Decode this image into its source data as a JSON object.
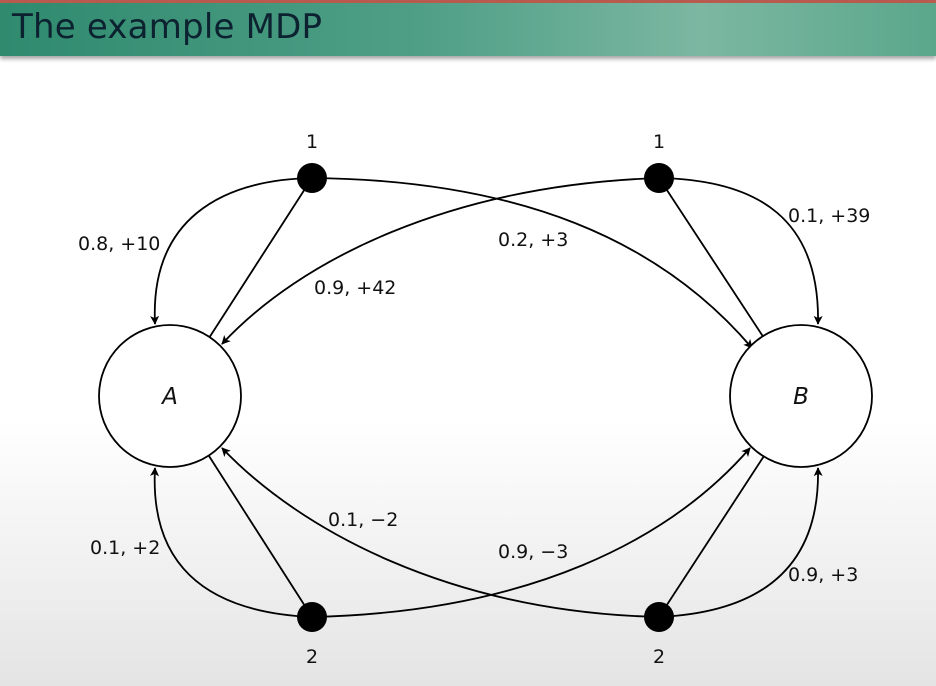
{
  "slide": {
    "title": "The example MDP"
  },
  "states": [
    {
      "id": "A",
      "label": "A"
    },
    {
      "id": "B",
      "label": "B"
    }
  ],
  "action_nodes": [
    {
      "id": "A1",
      "state": "A",
      "label": "1"
    },
    {
      "id": "B1",
      "state": "B",
      "label": "1"
    },
    {
      "id": "A2",
      "state": "A",
      "label": "2"
    },
    {
      "id": "B2",
      "state": "B",
      "label": "2"
    }
  ],
  "transitions": [
    {
      "from": "A1",
      "to": "A",
      "label": "0.8, +10"
    },
    {
      "from": "A1",
      "to": "B",
      "label": "0.2, +3"
    },
    {
      "from": "B1",
      "to": "A",
      "label": "0.9, +42"
    },
    {
      "from": "B1",
      "to": "B",
      "label": "0.1, +39"
    },
    {
      "from": "A2",
      "to": "A",
      "label": "0.1, +2"
    },
    {
      "from": "A2",
      "to": "B",
      "label": "0.9, −3"
    },
    {
      "from": "B2",
      "to": "A",
      "label": "0.1, −2"
    },
    {
      "from": "B2",
      "to": "B",
      "label": "0.9, +3"
    }
  ]
}
